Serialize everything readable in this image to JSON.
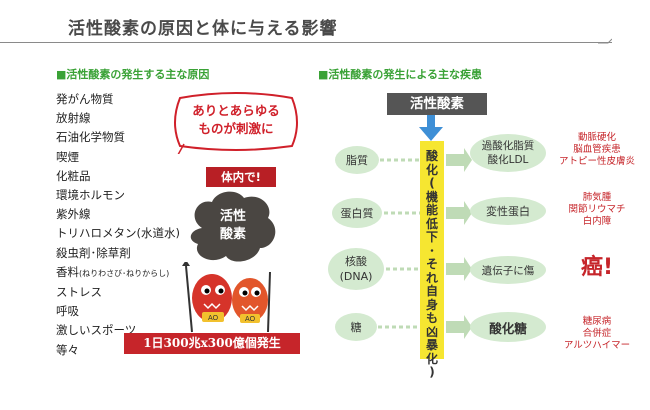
{
  "header": {
    "title": "活性酸素の原因と体に与える影響"
  },
  "left": {
    "heading": "■活性酸素の発生する主な原因",
    "causes": [
      "発がん物質",
      "放射線",
      "石油化学物質",
      "喫煙",
      "化粧品",
      "環境ホルモン",
      "紫外線",
      "トリハロメタン(水道水)",
      "殺虫剤･除草剤",
      "香料",
      "ストレス",
      "呼吸",
      "激しいスポーツ",
      "等々"
    ],
    "cause_note": "(ねりわさび･ねりからし)",
    "speech_line1": "ありとあらゆる",
    "speech_line2": "ものが刺激に",
    "in_body": "体内で!",
    "blob_line1": "活性",
    "blob_line2": "酸素",
    "monster_label_1": "AO",
    "monster_label_2": "AO",
    "summary": "1日300兆x300億個発生"
  },
  "right": {
    "heading": "■活性酸素の発生による主な疾患",
    "ros_label": "活性酸素",
    "vbar_chars": [
      "酸",
      "化",
      "(",
      "機",
      "能",
      "低",
      "下",
      "･",
      "そ",
      "れ",
      "自",
      "身",
      "も",
      "凶",
      "暴",
      "化",
      ")"
    ],
    "targets": [
      "脂質",
      "蛋白質",
      "核酸",
      "(DNA)",
      "糖"
    ],
    "results": {
      "r1_line1": "過酸化脂質",
      "r1_line2": "酸化LDL",
      "r2": "変性蛋白",
      "r3": "遺伝子に傷",
      "r4": "酸化糖"
    },
    "diseases": {
      "d1": [
        "動脈硬化",
        "脳血管疾患",
        "アトピー性皮膚炎"
      ],
      "d2": [
        "肺気腫",
        "関節リウマチ",
        "白内障"
      ],
      "d3": "癌!",
      "d4": [
        "糖尿病",
        "合併症",
        "アルツハイマー"
      ]
    }
  },
  "colors": {
    "heading_green": "#3aa236",
    "banner_red": "#c6252a",
    "vbar_yellow": "#f6e631",
    "oval_green": "#d4ead0",
    "ros_gray": "#555555"
  }
}
